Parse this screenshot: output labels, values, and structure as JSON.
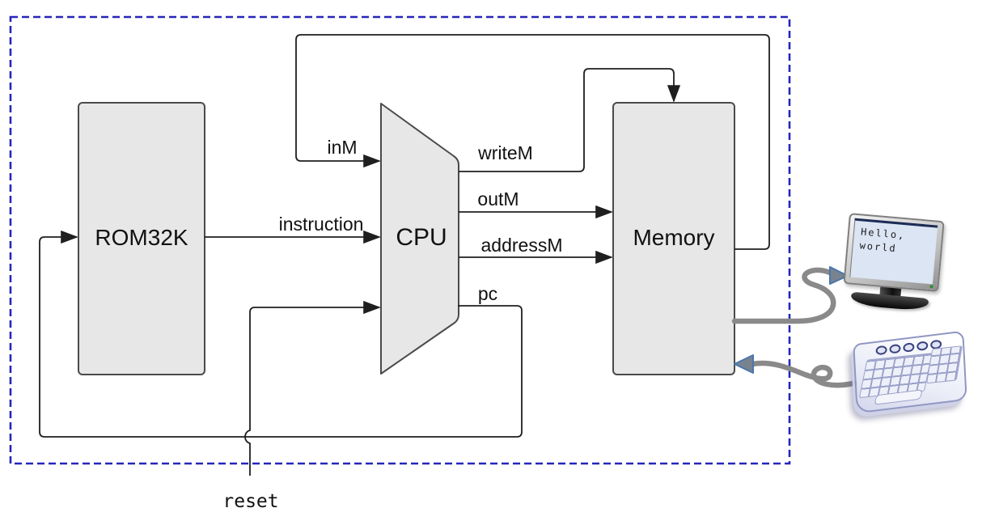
{
  "diagram": {
    "blocks": {
      "rom": "ROM32K",
      "cpu": "CPU",
      "memory": "Memory"
    },
    "signals": {
      "inM": "inM",
      "writeM": "writeM",
      "outM": "outM",
      "addressM": "addressM",
      "pc": "pc",
      "instruction": "instruction",
      "reset": "reset"
    },
    "screen": {
      "line1": "Hello,",
      "line2": "world"
    },
    "colors": {
      "box_fill": "#e7e7e7",
      "box_border": "#4a4a4a",
      "line": "#1f1f1f",
      "dashed_border": "#2626bb",
      "cable": "#8a8a8a",
      "cable_arrow_fill": "#79838f",
      "cable_arrow_stroke": "#4a77ad",
      "screen_bg": "#dbe5f4"
    }
  }
}
